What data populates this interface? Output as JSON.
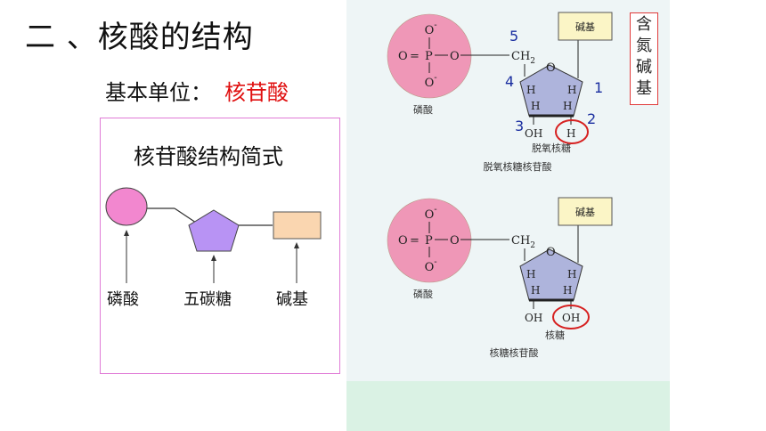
{
  "title": "二 、核酸的结构",
  "basic_unit": {
    "label": "基本单位：",
    "value": "核苷酸"
  },
  "simple_diagram": {
    "title": "核苷酸结构简式",
    "labels": {
      "phosphate": "磷酸",
      "sugar": "五碳糖",
      "base": "碱基"
    }
  },
  "figure": {
    "top": {
      "base_box": "碱基",
      "phosphate_label": "磷酸",
      "sugar_label": "脱氧核糖",
      "caption": "脱氧核糖核苷酸",
      "ch2": "CH",
      "ch2_sub": "2",
      "ring_o": "O",
      "h": "H",
      "oh": "OH",
      "phos": {
        "o": "O",
        "p": "P",
        "minus": "-",
        "eq": "="
      },
      "numbers": [
        "5",
        "4",
        "1",
        "3",
        "2"
      ]
    },
    "bottom": {
      "base_box": "碱基",
      "phosphate_label": "磷酸",
      "sugar_label": "核糖",
      "caption": "核糖核苷酸",
      "ch2": "CH",
      "ch2_sub": "2",
      "ring_o": "O",
      "h": "H",
      "oh": "OH",
      "oh2": "OH",
      "phos": {
        "o": "O",
        "p": "P",
        "minus": "-",
        "eq": "="
      }
    },
    "side_label": "含氮碱基"
  },
  "colors": {
    "figure_bg": "#eef5f6",
    "figure_bottom_bg": "#daf2e4",
    "phosphate": "#ef97b7",
    "sugar": "#aeb4dc",
    "base_box": "#fbf5c6",
    "simple_phosphate": "#f287cf",
    "simple_sugar": "#b893f4",
    "simple_base": "#fad6b0",
    "number": "#1a2ea0",
    "highlight": "#d62020",
    "title_red": "#e01010"
  }
}
